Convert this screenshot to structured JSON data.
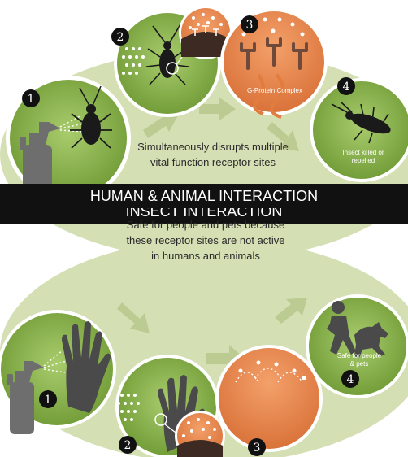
{
  "insect": {
    "banner": "INSECT INTERACTION",
    "caption": "Simultaneously disrupts multiple vital function receptor sites",
    "step3_label": "G-Protein Complex",
    "step4_label": "Insect killed or repelled",
    "badges": [
      "1",
      "2",
      "3",
      "4"
    ]
  },
  "human": {
    "banner": "HUMAN & ANIMAL INTERACTION",
    "caption": "Safe for people and pets because these receptor sites are not active in humans and animals",
    "step4_label": "Safe for people & pets",
    "badges": [
      "1",
      "2",
      "3",
      "4"
    ]
  },
  "colors": {
    "band": "#d4dfb4",
    "green": "#8cb34b",
    "orange": "#ea8a50",
    "dark": "#111111",
    "bottle": "#6e6e6e"
  }
}
